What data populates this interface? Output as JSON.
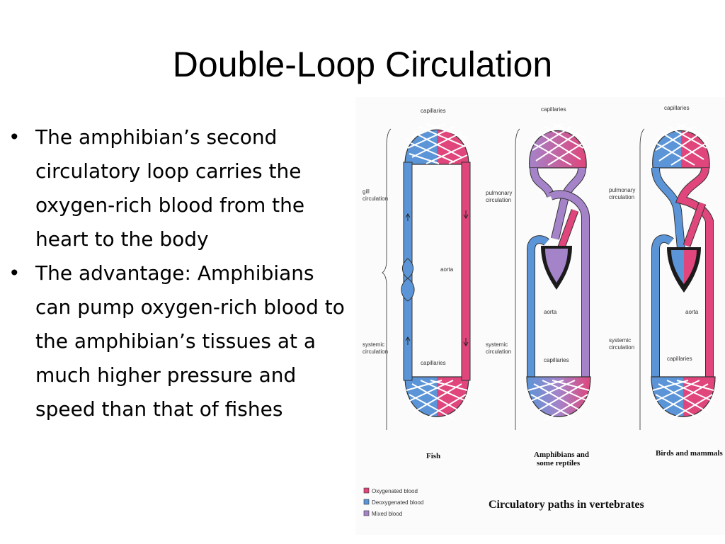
{
  "slide": {
    "title": "Double-Loop Circulation",
    "bullets": [
      "The amphibian’s second circulatory loop carries the oxygen-rich blood from the heart to the body",
      "The advantage: Amphibians can pump oxygen-rich blood to the amphibian’s tissues at a much higher pressure and speed than that of fishes"
    ],
    "bullet_glyph": "•"
  },
  "diagram": {
    "caption": "Circulatory paths in vertebrates",
    "colors": {
      "oxygenated": "#e0457b",
      "deoxygenated": "#5b95d8",
      "mixed": "#a483c9",
      "heart": "#1b1b1b"
    },
    "labels": {
      "capillaries": "capillaries",
      "gill_circulation": [
        "gill",
        "circulation"
      ],
      "pulmonary_circulation": [
        "pulmonary",
        "circulation"
      ],
      "systemic_circulation": [
        "systemic",
        "circulation"
      ],
      "aorta": "aorta"
    },
    "panels": {
      "fish": "Fish",
      "amphibians": [
        "Amphibians and",
        "some reptiles"
      ],
      "birds": "Birds and mammals"
    },
    "legend": [
      {
        "label": "Oxygenated blood",
        "color": "#e0457b"
      },
      {
        "label": "Deoxygenated blood",
        "color": "#5b95d8"
      },
      {
        "label": "Mixed blood",
        "color": "#a483c9"
      }
    ]
  }
}
